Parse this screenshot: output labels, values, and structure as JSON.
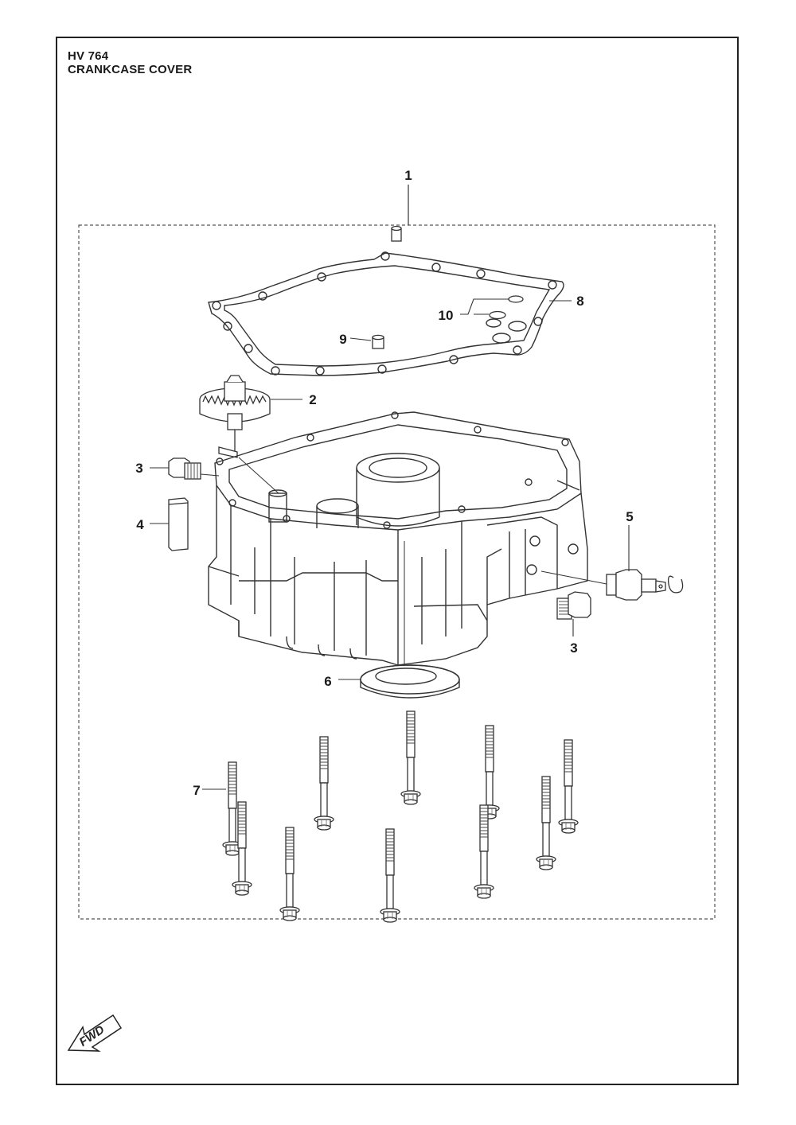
{
  "header": {
    "model": "HV 764",
    "section": "CRANKCASE COVER"
  },
  "callouts": {
    "c1": "1",
    "c2": "2",
    "c3a": "3",
    "c3b": "3",
    "c4": "4",
    "c5": "5",
    "c6": "6",
    "c7": "7",
    "c8": "8",
    "c9": "9",
    "c10": "10"
  },
  "orientation": {
    "label": "FWD"
  }
}
